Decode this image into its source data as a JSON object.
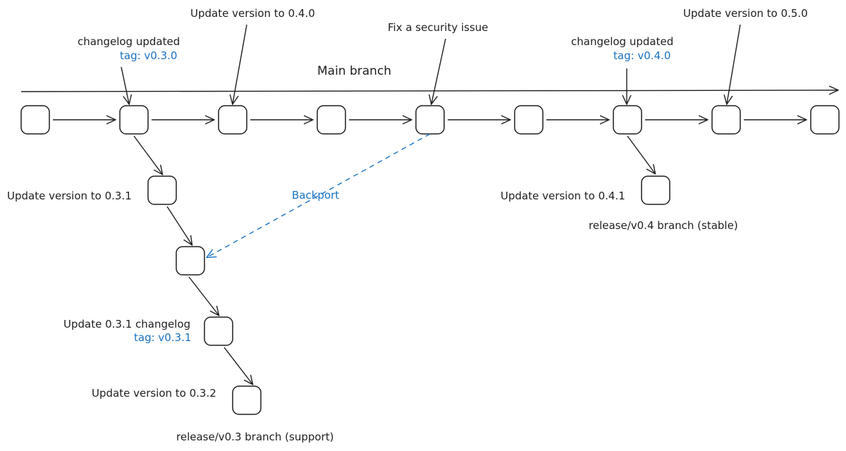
{
  "labels": {
    "main_branch": "Main branch",
    "changelog_updated_1": "changelog updated",
    "tag_v030": "tag: v0.3.0",
    "update_040": "Update version to 0.4.0",
    "fix_security": "Fix a security issue",
    "changelog_updated_2": "changelog updated",
    "tag_v040": "tag: v0.4.0",
    "update_050": "Update version to 0.5.0",
    "update_031": "Update version to 0.3.1",
    "backport": "Backport",
    "update_041": "Update version to 0.4.1",
    "release_v04": "release/v0.4 branch (stable)",
    "update_031_changelog": "Update 0.3.1 changelog",
    "tag_v031": "tag: v0.3.1",
    "update_032": "Update version to 0.3.2",
    "release_v03": "release/v0.3 branch (support)"
  },
  "colors": {
    "ink": "#1e1e1e",
    "tag": "#1971c2",
    "backport": "#1971c2"
  }
}
